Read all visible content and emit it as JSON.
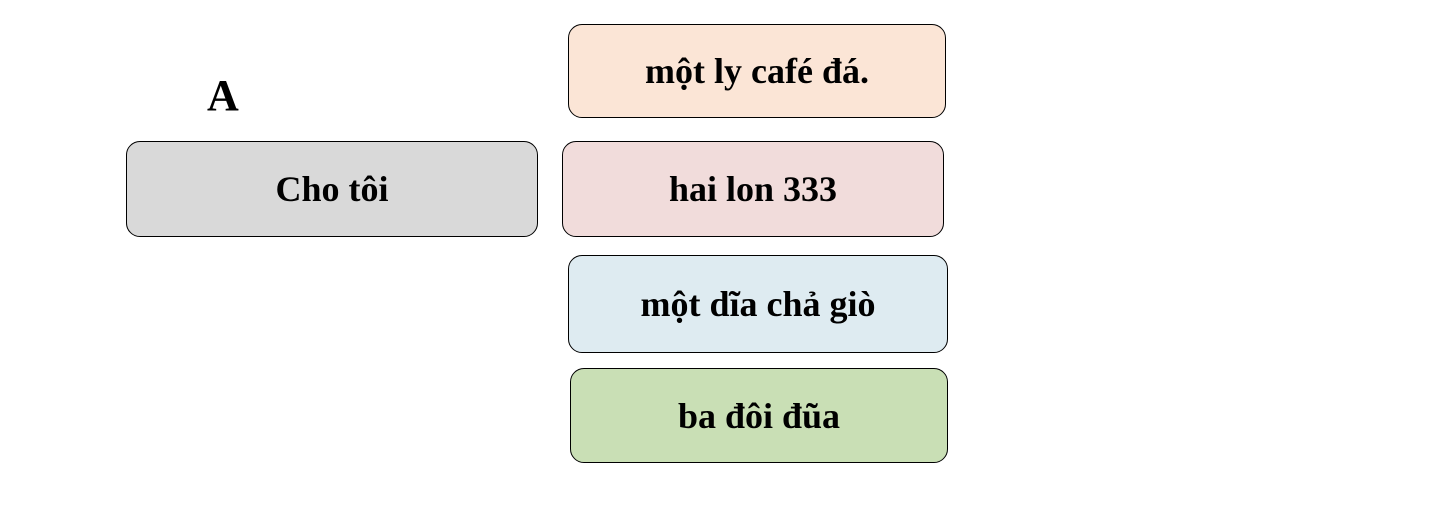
{
  "section_label": "A",
  "left_box": {
    "text": "Cho tôi",
    "color": "#d9d9d9"
  },
  "right_boxes": [
    {
      "text": "một ly café đá.",
      "color": "#fbe5d6"
    },
    {
      "text": "hai lon 333",
      "color": "#f1dcdb"
    },
    {
      "text": "một dĩa chả giò",
      "color": "#deebf1"
    },
    {
      "text": "ba đôi đũa",
      "color": "#c9dfb5"
    }
  ]
}
